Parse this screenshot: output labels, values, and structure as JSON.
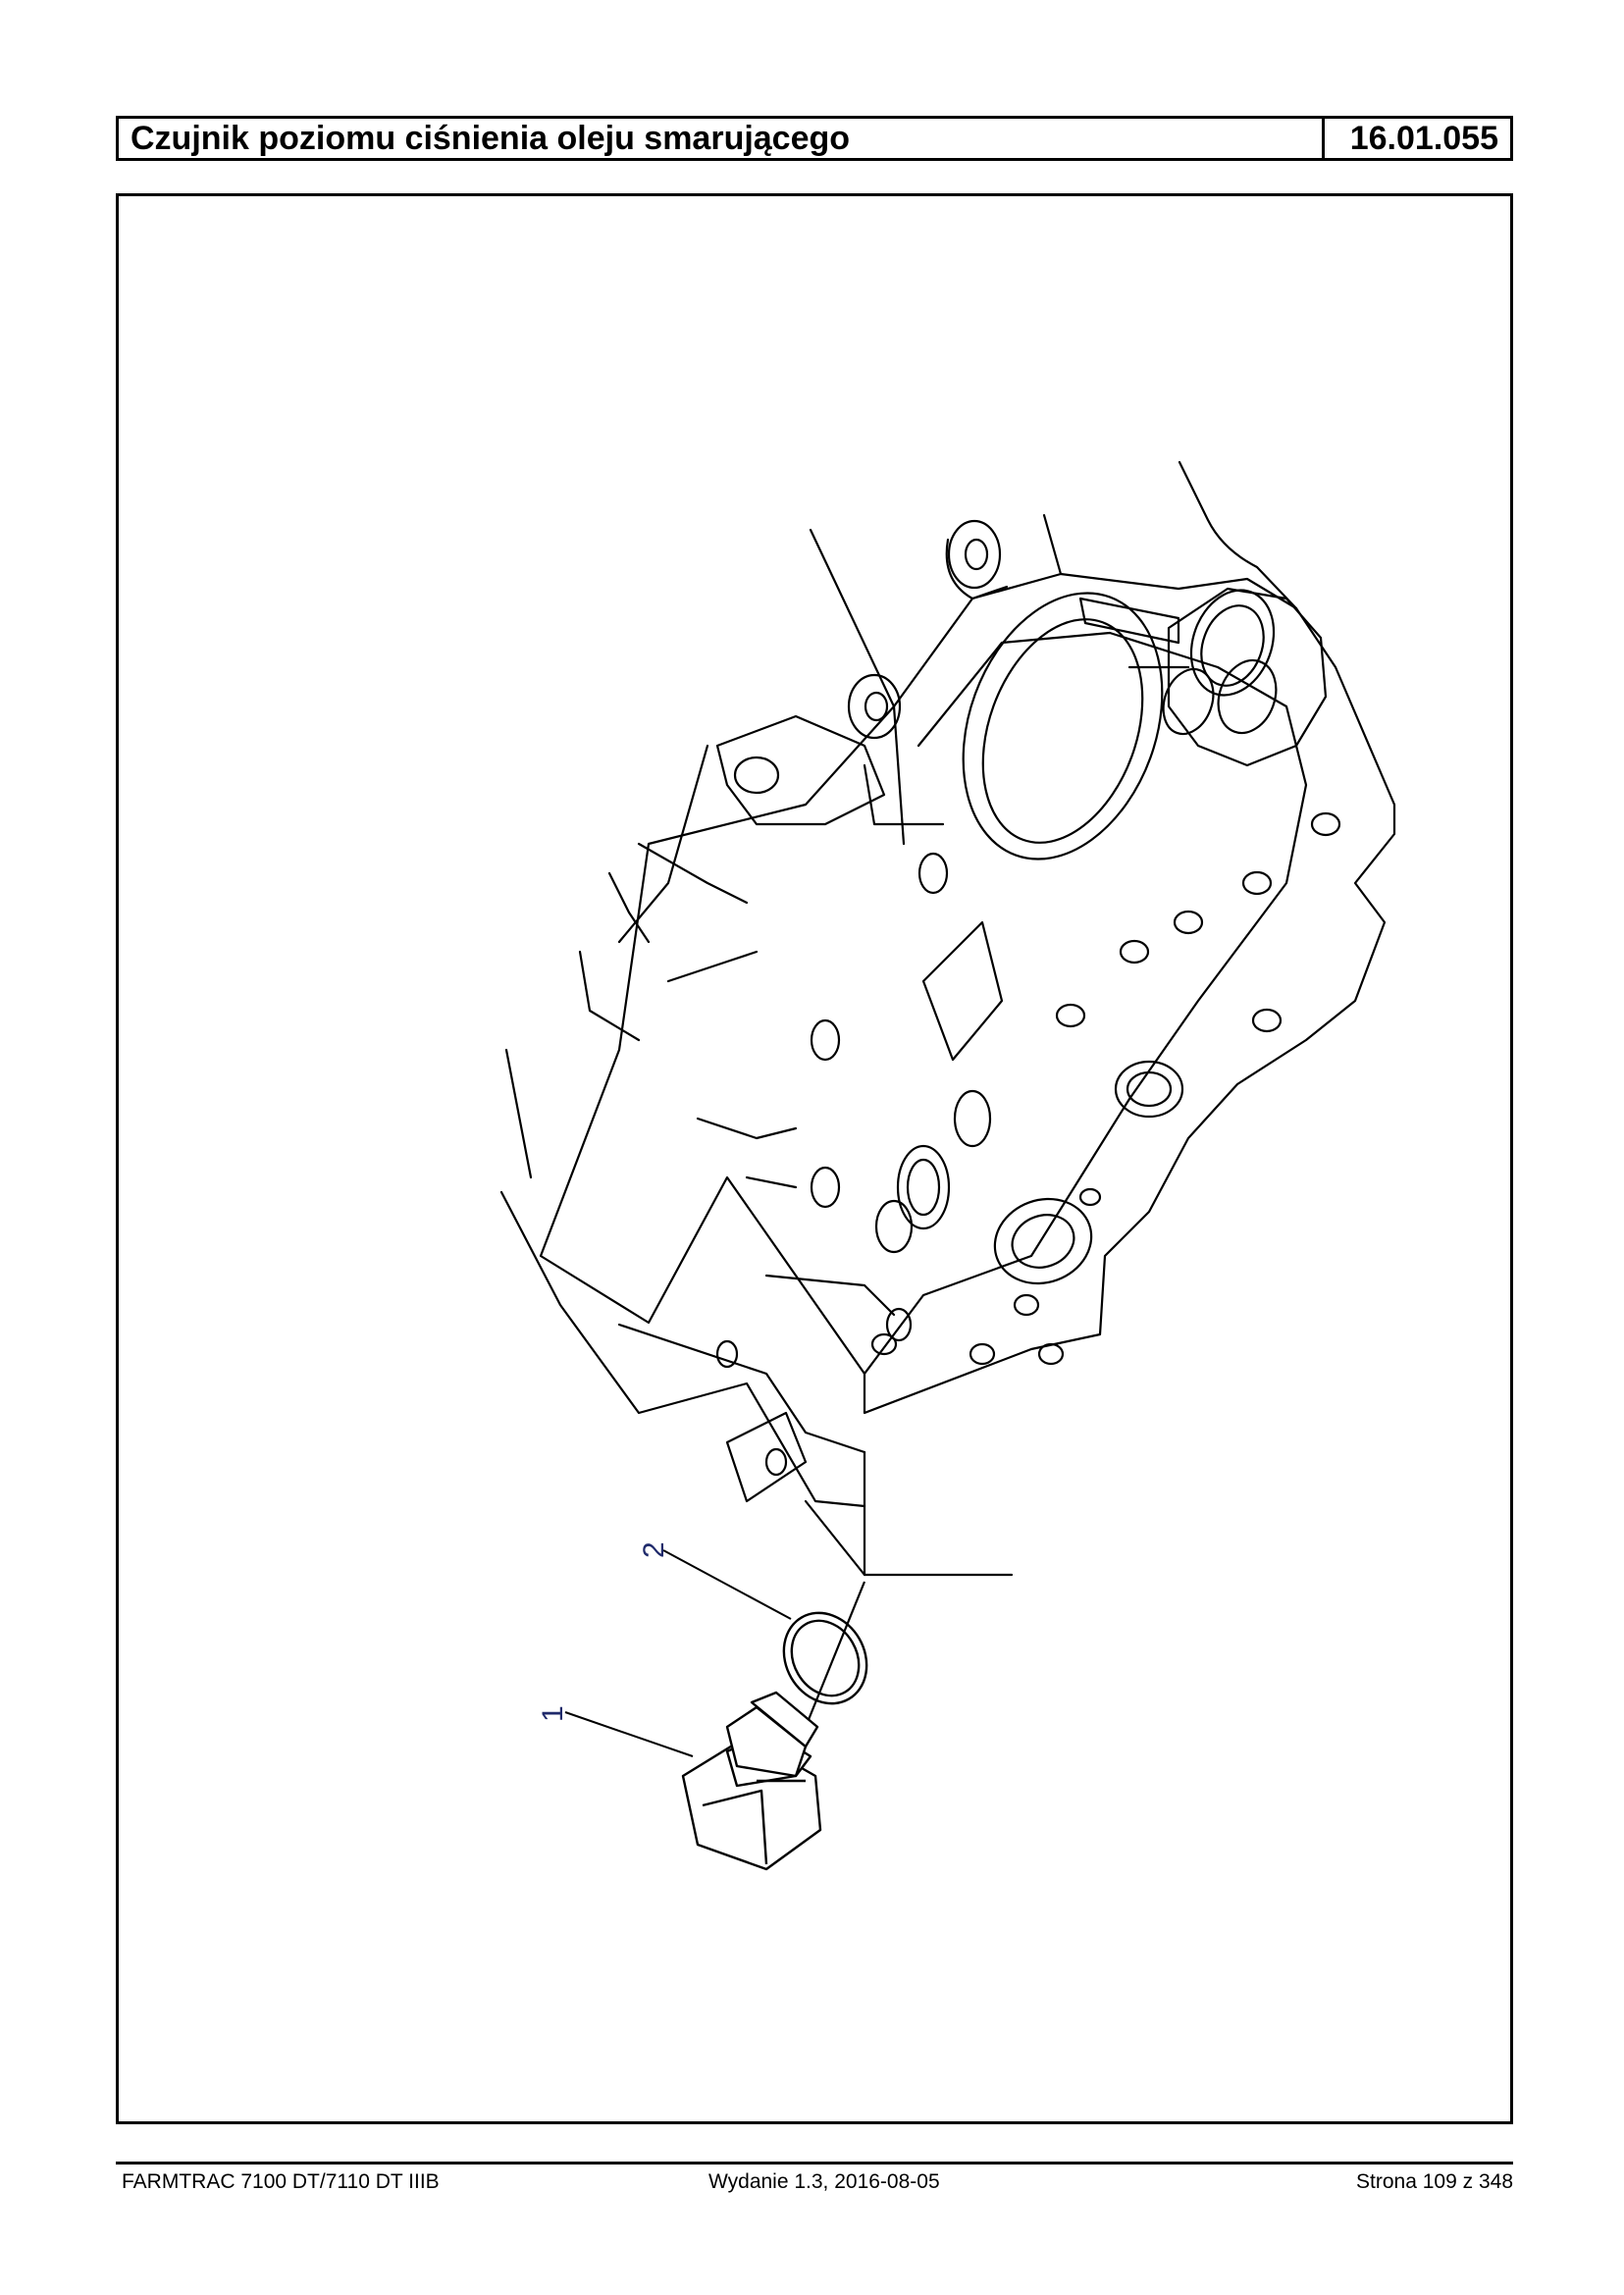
{
  "header": {
    "title": "Czujnik poziomu ciśnienia oleju smarującego",
    "code": "16.01.055"
  },
  "drawing": {
    "callouts": [
      "1",
      "2"
    ],
    "line_color": "#000000",
    "callout_color": "#1f2a6b"
  },
  "footer": {
    "left": "FARMTRAC 7100 DT/7110 DT IIIB",
    "center": "Wydanie 1.3,  2016-08-05",
    "right": "Strona 109 z 348"
  }
}
